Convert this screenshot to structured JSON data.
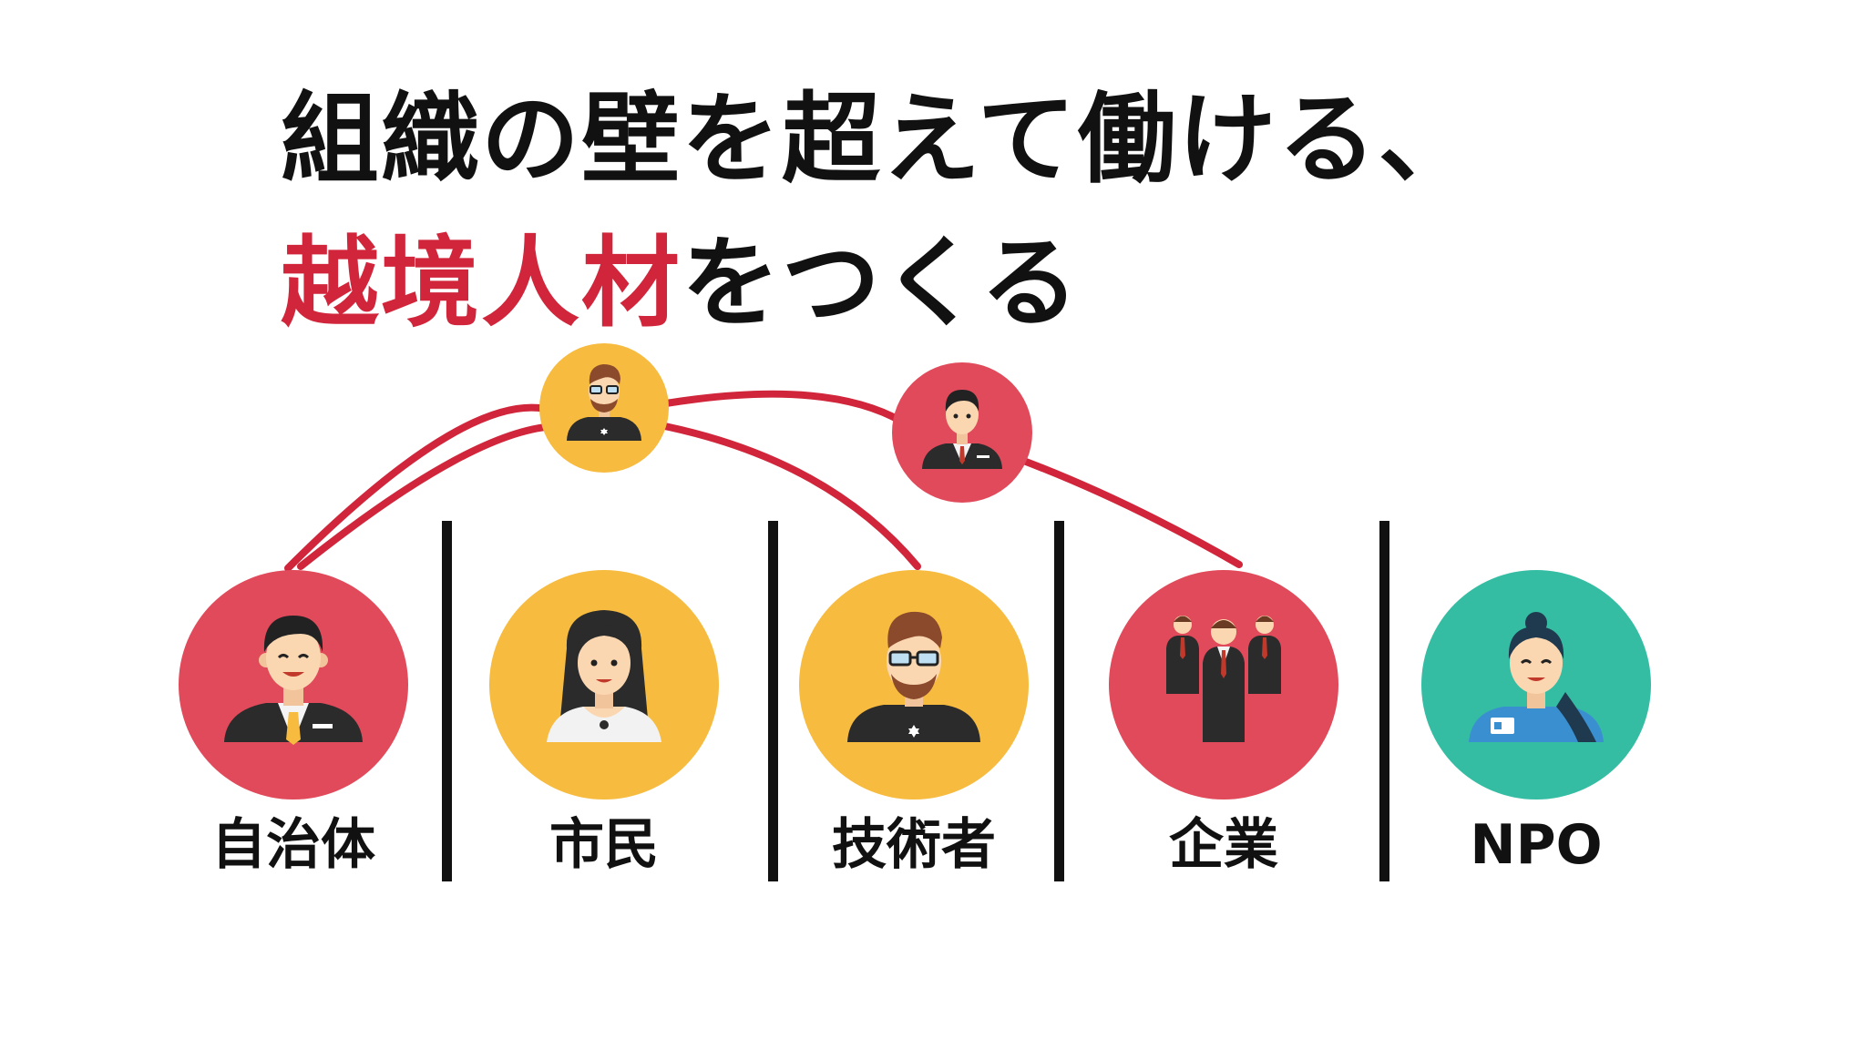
{
  "headline": {
    "line1": "組織の壁を超えて働ける、",
    "line2_accent": "越境人材",
    "line2_rest": "をつくる"
  },
  "colors": {
    "accent": "#d0253a",
    "red": "#e04a5a",
    "yellow": "#f6bb3f",
    "teal": "#35bda3",
    "divider": "#111111"
  },
  "groups": [
    {
      "label": "自治体",
      "icon": "government-official-avatar-icon",
      "color": "#e04a5a"
    },
    {
      "label": "市民",
      "icon": "citizen-woman-avatar-icon",
      "color": "#f6bb3f"
    },
    {
      "label": "技術者",
      "icon": "engineer-avatar-icon",
      "color": "#f6bb3f"
    },
    {
      "label": "企業",
      "icon": "business-team-icon",
      "color": "#e04a5a"
    },
    {
      "label": "NPO",
      "icon": "npo-staff-avatar-icon",
      "color": "#35bda3"
    }
  ],
  "bridges": [
    {
      "icon": "engineer-bridge-person-icon",
      "color": "#f6bb3f",
      "connects": [
        "自治体",
        "技術者"
      ]
    },
    {
      "icon": "businessman-bridge-person-icon",
      "color": "#e04a5a",
      "connects": [
        "自治体",
        "企業"
      ]
    }
  ]
}
